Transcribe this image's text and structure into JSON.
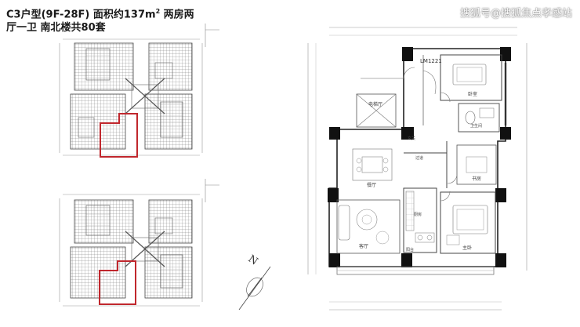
{
  "header": {
    "title_line1_prefix": "C3户型(9F-28F) 面积约137m",
    "title_line1_sup": "2",
    "title_line1_suffix": " 两房两",
    "title_line2": "厅一卫 南北楼共80套"
  },
  "watermark": "搜狐号@搜狐焦点孝感站",
  "compass": {
    "north_label": "N"
  },
  "unit_plan": {
    "labels": {
      "elevator_top": "LM1221",
      "elevator_room": "电梯厅",
      "bedroom_top": "卧室",
      "bedroom_bottom": "主卧",
      "dining": "餐厅",
      "living": "客厅",
      "kitchen": "厨房",
      "bathroom": "卫生间",
      "corridor": "过道",
      "study": "书房",
      "balcony": "阳台",
      "entry": "玄关"
    }
  },
  "colors": {
    "highlight": "#c0272d",
    "line": "#333333",
    "fine_line": "#8a8a8a",
    "wall": "#111111"
  }
}
